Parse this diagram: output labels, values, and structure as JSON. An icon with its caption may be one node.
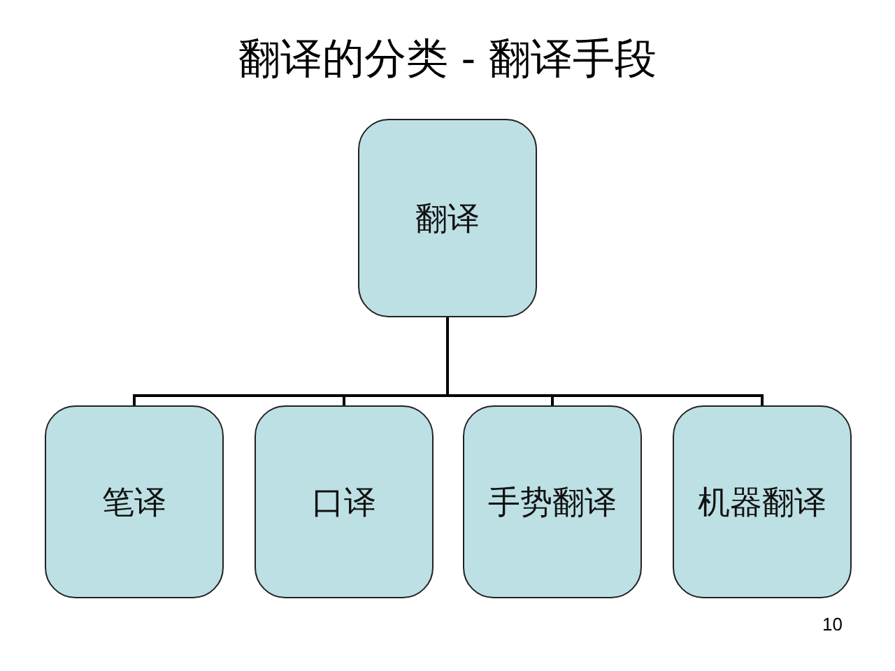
{
  "diagram": {
    "title": "翻译的分类 - 翻译手段",
    "nodes": [
      {
        "text": [
          "翻译"
        ]
      },
      {
        "text": [
          "笔译"
        ]
      },
      {
        "text": [
          "口译"
        ]
      },
      {
        "text": [
          "手势翻译"
        ]
      },
      {
        "text": [
          "机器翻译"
        ]
      }
    ],
    "edges": [
      {
        "from": 0,
        "to": 1,
        "arrow": "none"
      },
      {
        "from": 0,
        "to": 2,
        "arrow": "none"
      },
      {
        "from": 0,
        "to": 3,
        "arrow": "none"
      },
      {
        "from": 0,
        "to": 4,
        "arrow": "none"
      }
    ],
    "labels": [
      "10"
    ]
  }
}
